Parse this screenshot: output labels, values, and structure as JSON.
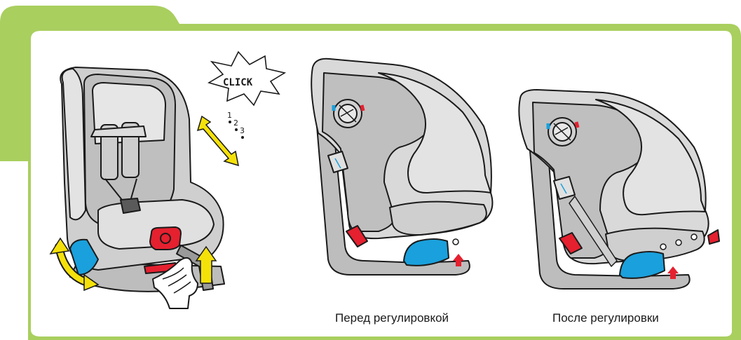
{
  "colors": {
    "frame_green": "#a9cf5f",
    "seat_gray": "#d9d9d9",
    "shell_gray": "#c9c9c9",
    "blue": "#1aa0dc",
    "red": "#e5202f",
    "yellow": "#f5e10a"
  },
  "labels": {
    "click": "CLICK",
    "count": [
      "1",
      "2",
      "3"
    ],
    "before": "Перед регулировкой",
    "after": "После регулировки"
  },
  "icons": {
    "click_burst": "starburst",
    "adjust_arrow": "double-arrow",
    "up_arrow": "arrow-up",
    "rotate_arrow": "curved-double-arrow"
  }
}
